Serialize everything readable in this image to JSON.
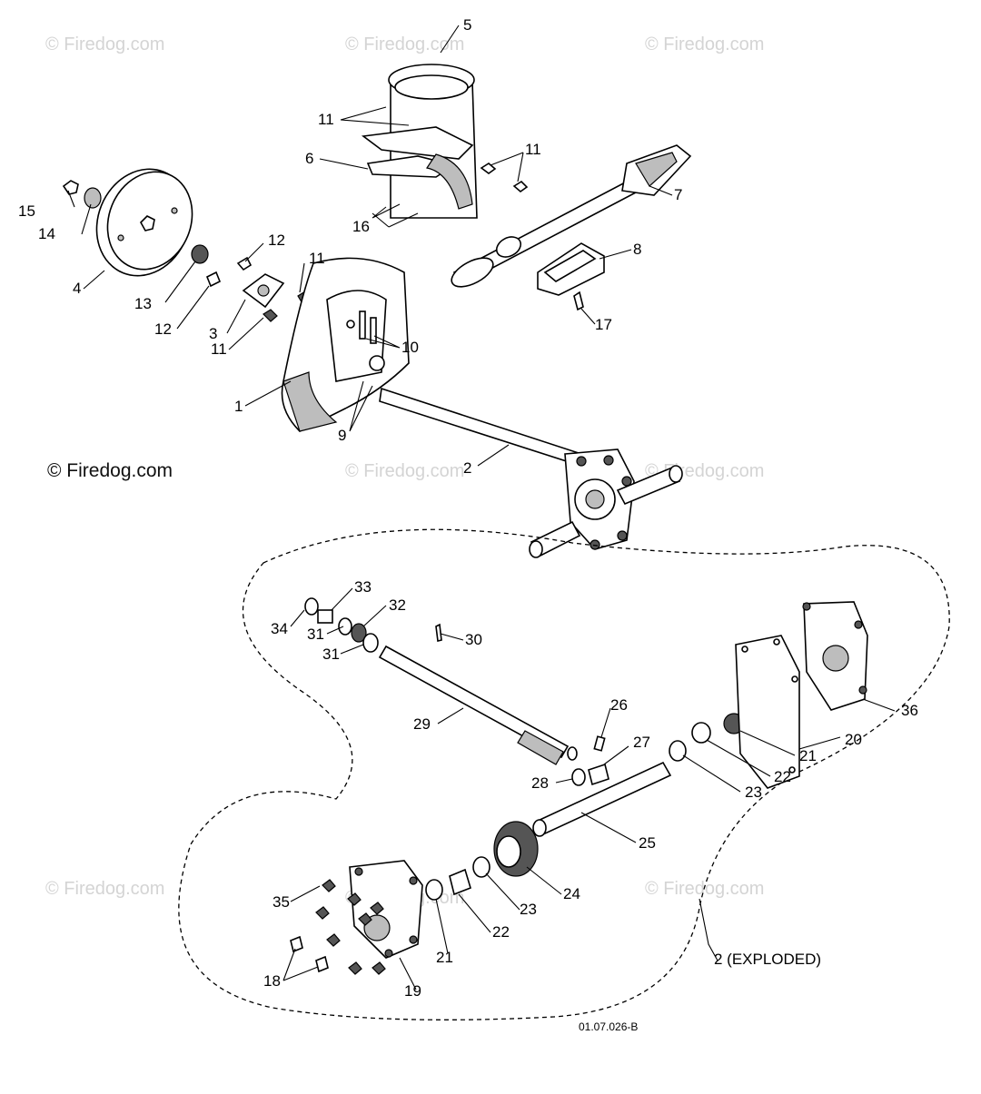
{
  "diagram": {
    "code": "01.07.026-B",
    "exploded_label": "2 (EXPLODED)",
    "watermark": "© Firedog.com",
    "callouts": {
      "c1": "1",
      "c2": "2",
      "c3": "3",
      "c4": "4",
      "c5": "5",
      "c6": "6",
      "c7": "7",
      "c8": "8",
      "c9": "9",
      "c10": "10",
      "c11a": "11",
      "c11b": "11",
      "c11c": "11",
      "c11d": "11",
      "c12a": "12",
      "c12b": "12",
      "c13": "13",
      "c14": "14",
      "c15": "15",
      "c16": "16",
      "c17": "17",
      "c18": "18",
      "c19": "19",
      "c20": "20",
      "c21a": "21",
      "c21b": "21",
      "c22a": "22",
      "c22b": "22",
      "c23a": "23",
      "c23b": "23",
      "c24": "24",
      "c25": "25",
      "c26": "26",
      "c27": "27",
      "c28": "28",
      "c29": "29",
      "c30": "30",
      "c31a": "31",
      "c31b": "31",
      "c32": "32",
      "c33": "33",
      "c34": "34",
      "c35": "35",
      "c36": "36"
    }
  }
}
